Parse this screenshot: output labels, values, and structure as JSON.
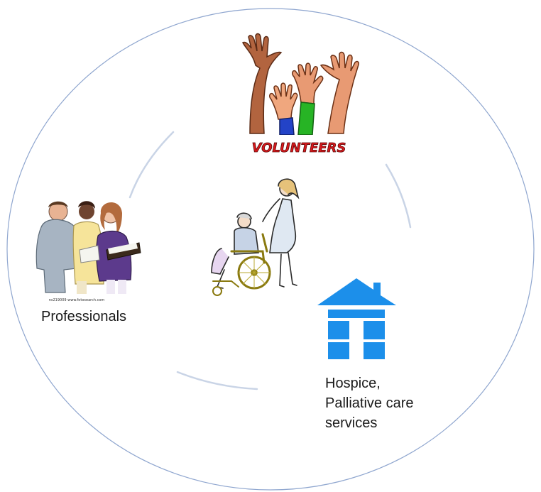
{
  "volunteers": {
    "banner_text": "VOLUNTEERS",
    "banner_color": "#d9191c",
    "hand_colors": [
      "#b2643f",
      "#f0a77e",
      "#2343c7",
      "#27b425",
      "#e89a73"
    ]
  },
  "professionals": {
    "label": "Professionals",
    "caption": "ns219009 www.fotosearch.com"
  },
  "hospice": {
    "line1": "Hospice,",
    "line2": "Palliative care",
    "line3": "services",
    "icon_color": "#1c8fea"
  },
  "center": {
    "icon": "wheelchair-caregiver-icon"
  },
  "circle_color": "#8fa6cf"
}
